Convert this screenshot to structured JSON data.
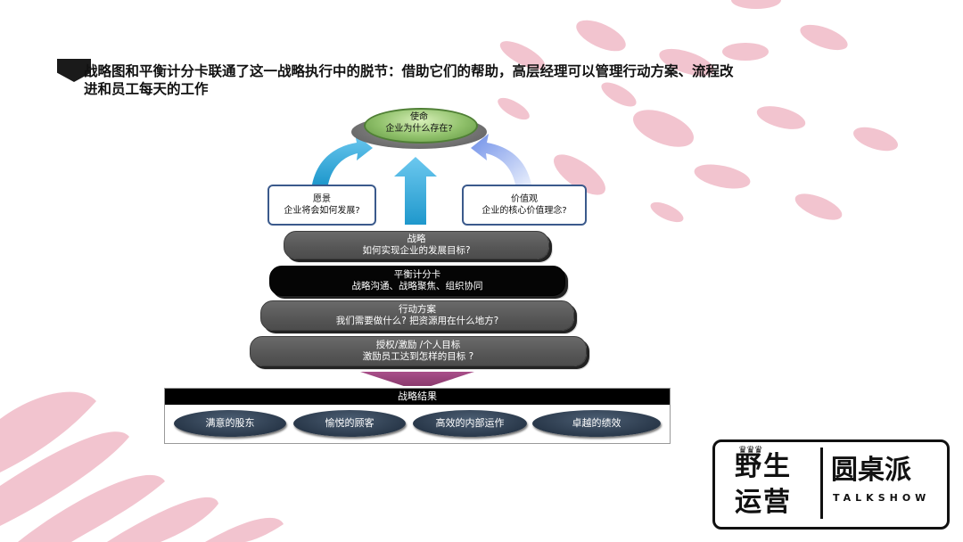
{
  "title": "战略图和平衡计分卡联通了这一战略执行中的脱节：借助它们的帮助，高层经理可以管理行动方案、流程改进和员工每天的工作",
  "mission": {
    "label": "使命",
    "question": "企业为什么存在?"
  },
  "vision": {
    "label": "愿景",
    "question": "企业将会如何发展?"
  },
  "values": {
    "label": "价值观",
    "question": "企业的核心价值理念?"
  },
  "tiers": [
    {
      "label": "战略",
      "question": "如何实现企业的发展目标?"
    },
    {
      "label": "平衡计分卡",
      "question": "战略沟通、战略聚焦、组织协同"
    },
    {
      "label": "行动方案",
      "question": "我们需要做什么? 把资源用在什么地方?"
    },
    {
      "label": "授权/激励 /个人目标",
      "question": "激励员工达到怎样的目标 ?"
    }
  ],
  "results": {
    "header": "战略结果",
    "outcomes": [
      "满意的股东",
      "愉悦的顾客",
      "高效的内部运作",
      "卓越的绩效"
    ]
  },
  "logo": {
    "left_top": "野生",
    "left_bottom": "运营",
    "right": "圆桌派",
    "sub": "TALKSHOW"
  },
  "colors": {
    "petal": "#f2c4cf",
    "arrow_blue": "#3ab0dd",
    "tier_grey": "#5a5a5a",
    "funnel": "#9b4880",
    "outcome_navy": "#2b3a4c"
  }
}
